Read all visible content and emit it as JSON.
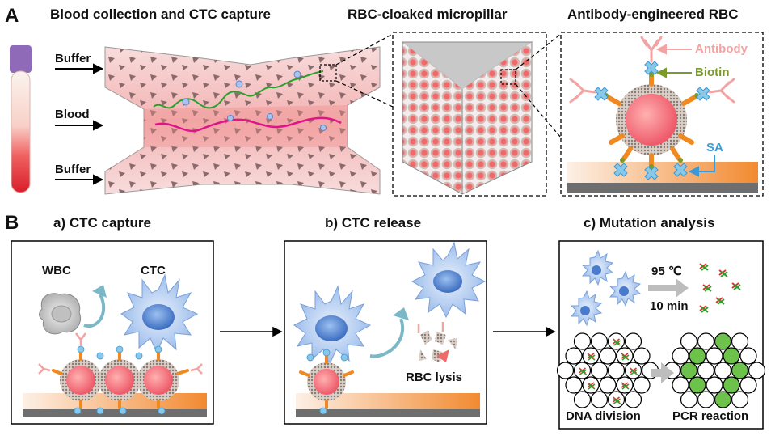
{
  "panel_a": {
    "letter": "A",
    "title_collection": "Blood collection  and CTC capture",
    "title_micropillar": "RBC-cloaked micropillar",
    "title_rbc": "Antibody-engineered  RBC",
    "inlet_top": "Buffer",
    "inlet_mid": "Blood",
    "inlet_bot": "Buffer",
    "label_antibody": "Antibody",
    "label_biotin": "Biotin",
    "label_sa": "SA",
    "colors": {
      "antibody": "#f4a3a3",
      "biotin": "#7a9a2a",
      "sa": "#3a9ad9",
      "ctc_path": "#2aa02a",
      "rbc_path": "#e0148a"
    }
  },
  "panel_b": {
    "letter": "B",
    "sub_a_title": "a) CTC capture",
    "sub_b_title": "b) CTC release",
    "sub_c_title": "c) Mutation  analysis",
    "label_wbc": "WBC",
    "label_ctc": "CTC",
    "label_rbc_lysis": "RBC lysis",
    "label_temp": "95 ℃",
    "label_time": "10 min",
    "label_dna_division": "DNA division",
    "label_pcr": "PCR reaction"
  }
}
